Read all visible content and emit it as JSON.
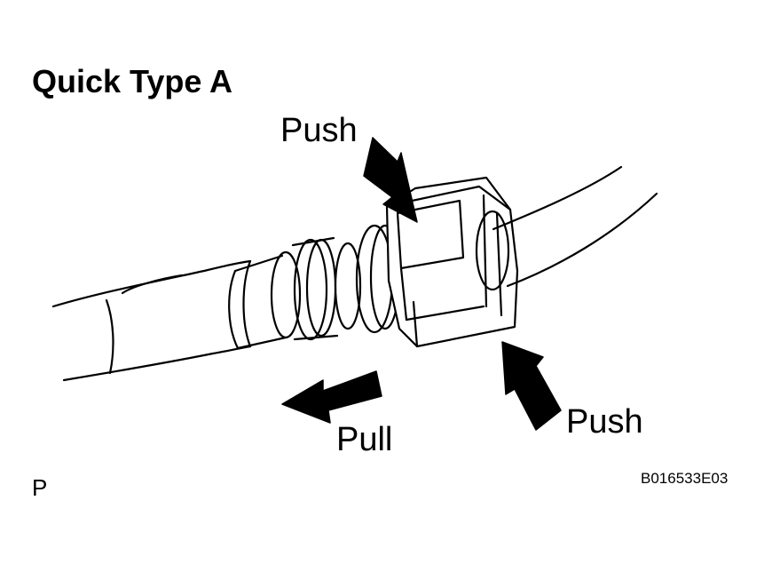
{
  "title": "Quick Type A",
  "labels": {
    "push_top": "Push",
    "push_bottom": "Push",
    "pull": "Pull"
  },
  "corner_mark": "P",
  "figure_code": "B016533E03",
  "icons": {
    "push_top_arrow": "arrow-down-right-icon",
    "push_bottom_arrow": "arrow-up-left-icon",
    "pull_arrow": "arrow-left-icon"
  },
  "colors": {
    "ink": "#000000",
    "paper": "#ffffff"
  }
}
